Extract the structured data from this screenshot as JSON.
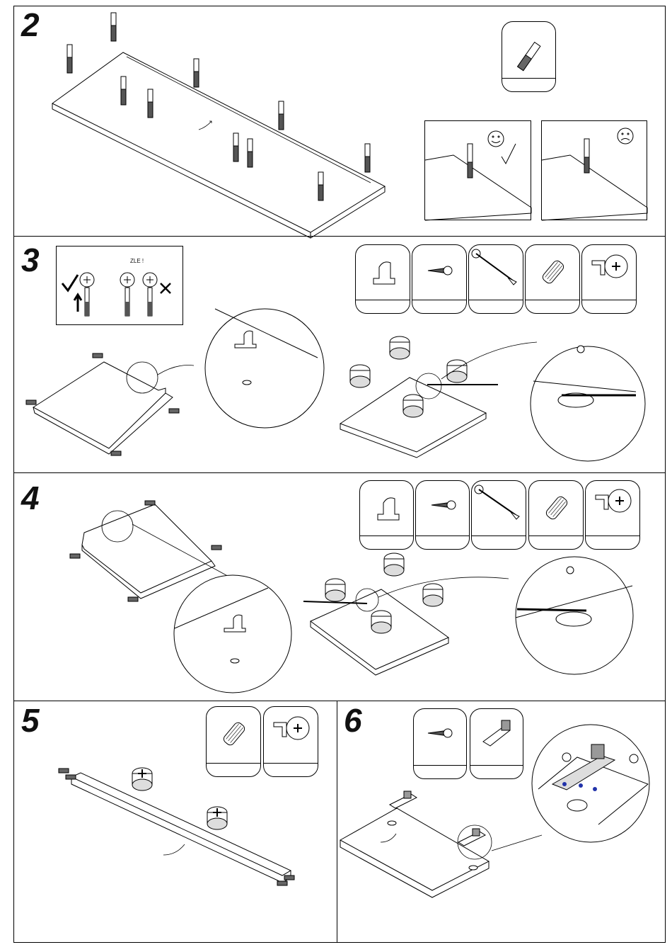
{
  "steps": [
    {
      "number": "2"
    },
    {
      "number": "3"
    },
    {
      "number": "4"
    },
    {
      "number": "5"
    },
    {
      "number": "6"
    }
  ],
  "step3_inset": {
    "warning_text": "ZLE !"
  },
  "icons": {
    "dowel": "wooden-dowel-icon",
    "screw": "screw-icon",
    "shelf_support": "shelf-support-icon",
    "anti_tip_bracket": "anti-tip-bracket-icon",
    "cam_lock": "cam-lock-icon",
    "confirmat": "confirmat-bolt-icon",
    "hinge": "hinge-icon",
    "happy_face": "happy-face-icon",
    "sad_face": "sad-face-icon",
    "check": "check-mark-icon",
    "cross": "cross-mark-icon"
  }
}
